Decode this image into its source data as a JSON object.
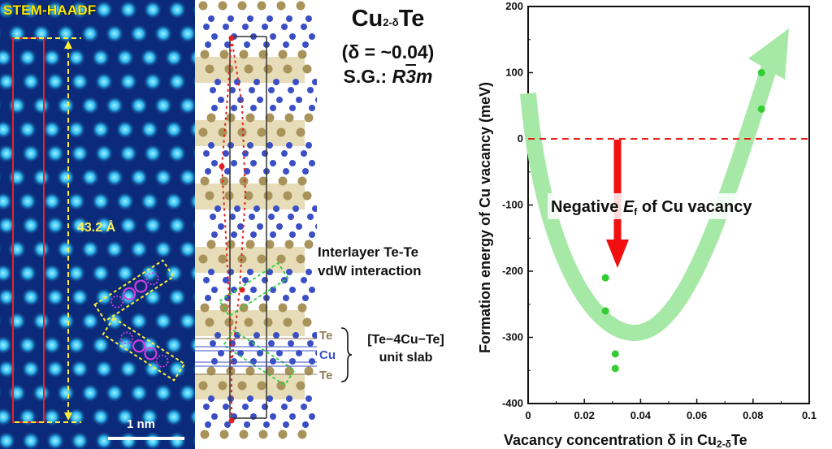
{
  "stem_panel": {
    "label": "STEM-HAADF",
    "distance": "43.2 Å",
    "scale_bar": "1 nm"
  },
  "title": {
    "formula_main": "Cu",
    "formula_sub": "2-δ",
    "formula_end": "Te",
    "delta": "(δ = ~0.04)",
    "space_group_prefix": "S.G.: ",
    "space_group": "R3m"
  },
  "structure_panel": {
    "interlayer_line1": "Interlayer Te-Te",
    "interlayer_line2": "vdW interaction",
    "te_top": "Te",
    "cu": "Cu",
    "te_bottom": "Te",
    "slab_line1": "[Te−4Cu−Te]",
    "slab_line2": "unit slab",
    "colors": {
      "te": "#a8935a",
      "cu": "#3b4fc4",
      "vdw_band": "#e7dcb8"
    }
  },
  "chart_data": {
    "type": "scatter",
    "xlabel": "Vacancy concentration δ in Cu2-δTe",
    "xlabel_main": "Vacancy concentration δ in Cu",
    "xlabel_sub": "2-δ",
    "xlabel_end": "Te",
    "ylabel": "Formation energy of Cu vacancy (meV)",
    "xlim": [
      0,
      0.1
    ],
    "ylim": [
      -400,
      200
    ],
    "x_ticks": [
      "0",
      "0.02",
      "0.04",
      "0.06",
      "0.08",
      "0.1"
    ],
    "y_ticks": [
      "-400",
      "-300",
      "-200",
      "-100",
      "0",
      "100",
      "200"
    ],
    "points": [
      {
        "x": 0.0275,
        "y": -210
      },
      {
        "x": 0.0275,
        "y": -260
      },
      {
        "x": 0.031,
        "y": -325
      },
      {
        "x": 0.031,
        "y": -347
      },
      {
        "x": 0.083,
        "y": 100
      },
      {
        "x": 0.083,
        "y": 45
      }
    ],
    "zero_line": 0,
    "annotation_main": "Negative ",
    "annotation_italic": "E",
    "annotation_sub": "f",
    "annotation_end": " of Cu vacancy",
    "colors": {
      "points": "#33cc33",
      "trend": "#a6e8a6",
      "zero_line": "#e8201a",
      "arrow": "#f01010"
    }
  }
}
